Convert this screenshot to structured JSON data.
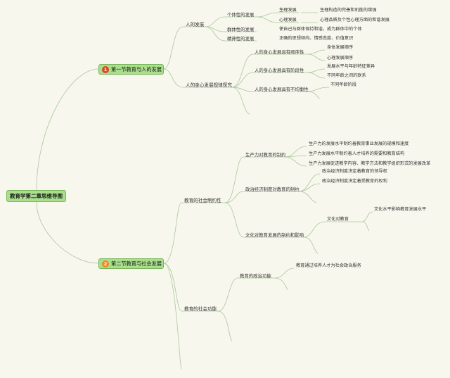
{
  "root": "教育学第二章思维导图",
  "sections": [
    {
      "num": "1",
      "label": "第一节教育与人的发展"
    },
    {
      "num": "2",
      "label": "第二节教育与社会发展"
    }
  ],
  "nodes": {
    "n_rf": "人的发展",
    "n_gx": "个体性的发展",
    "n_sl": "生理发展",
    "n_sl_d": "生理构造的完善和机能的增强",
    "n_xl": "心理发展",
    "n_xl_d": "心理品质及个性心理方面的和谐发展",
    "n_qt": "群体性的发展",
    "n_qt_d": "使自己与群体保持和谐，成为群体中的个体",
    "n_js": "精神性的发展",
    "n_js_d": "正确的思想倾向、情感态度、价值意识",
    "n_gl": "人的身心发展规律探究",
    "n_sx": "人的身心发展具有顺序性",
    "n_sx_a": "身体发展顺序",
    "n_sx_b": "心理发展顺序",
    "n_jd": "人的身心发展具有阶段性",
    "n_jd_a": "发展水平与年龄特征差异",
    "n_jd_b": "不同年龄之间的联系",
    "n_bp": "人的身心发展具有不均衡性",
    "n_bp_a": "不同年龄阶段",
    "n_zy": "教育的社会制约性",
    "n_sc": "生产力对教育的制约",
    "n_sc_a": "生产力的发展水平制约着教育事业发展的规模和速度",
    "n_sc_b": "生产力发展水平制约着人才培养的需要和教育结构",
    "n_sc_c": "生产力发展促进教学内容、教学方法和教学组织形式的发展改革",
    "n_zz": "政治经济制度对教育的制约",
    "n_zz_a": "政治经济制度决定着教育的领导权",
    "n_zz_b": "政治经济制度决定着受教育的权利",
    "n_wh": "文化对教育发展的制约和影响",
    "n_wh_a": "文化对教育",
    "n_wh_b": "文化水平影响教育发展水平",
    "n_gn": "教育的社会功能",
    "n_gn_a": "教育的政治功能",
    "n_gn_b": "教育通过培养人才为社会政治服务"
  }
}
